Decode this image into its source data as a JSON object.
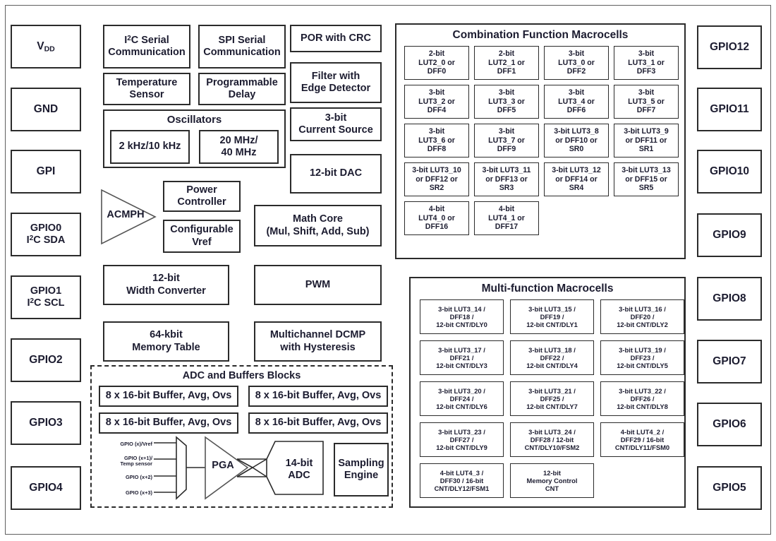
{
  "diagram": {
    "title": "GreenPAK Mixed-Signal Block Diagram",
    "colors": {
      "border": "#2b2b2b",
      "frame": "#5f5f5f",
      "text": "#1c1c30",
      "background": "#ffffff"
    }
  },
  "left_pins": [
    {
      "name": "pin-vdd",
      "label_html": "V<sub>DD</sub>",
      "label": "VDD"
    },
    {
      "name": "pin-gnd",
      "label": "GND"
    },
    {
      "name": "pin-gpi",
      "label": "GPI"
    },
    {
      "name": "pin-gpio0",
      "label": "GPIO0",
      "sublabel_html": "I<sup>2</sup>C SDA",
      "sublabel": "I2C SDA"
    },
    {
      "name": "pin-gpio1",
      "label": "GPIO1",
      "sublabel_html": "I<sup>2</sup>C SCL",
      "sublabel": "I2C SCL"
    },
    {
      "name": "pin-gpio2",
      "label": "GPIO2"
    },
    {
      "name": "pin-gpio3",
      "label": "GPIO3"
    },
    {
      "name": "pin-gpio4",
      "label": "GPIO4"
    }
  ],
  "right_pins": [
    {
      "name": "pin-gpio12",
      "label": "GPIO12"
    },
    {
      "name": "pin-gpio11",
      "label": "GPIO11"
    },
    {
      "name": "pin-gpio10",
      "label": "GPIO10"
    },
    {
      "name": "pin-gpio9",
      "label": "GPIO9"
    },
    {
      "name": "pin-gpio8",
      "label": "GPIO8"
    },
    {
      "name": "pin-gpio7",
      "label": "GPIO7"
    },
    {
      "name": "pin-gpio6",
      "label": "GPIO6"
    },
    {
      "name": "pin-gpio5",
      "label": "GPIO5"
    }
  ],
  "core_blocks": {
    "i2c_serial": "I²C Serial\nCommunication",
    "i2c_serial_line1": "I",
    "i2c_serial_line1_rest": "C Serial",
    "i2c_serial_line2": "Communication",
    "spi_serial": "SPI Serial\nCommunication",
    "temperature_sensor": "Temperature\nSensor",
    "programmable_delay": "Programmable\nDelay",
    "por_with_crc": "POR with CRC",
    "filter_edge_detector": "Filter with\nEdge Detector",
    "current_source": "3-bit\nCurrent Source",
    "dac": "12-bit DAC",
    "oscillators_title": "Oscillators",
    "osc_low": "2 kHz/10 kHz",
    "osc_high": "20 MHz/\n40 MHz",
    "acmph": "ACMPH",
    "power_controller": "Power\nController",
    "configurable_vref": "Configurable\nVref",
    "math_core": "Math Core\n(Mul, Shift, Add, Sub)",
    "width_converter": "12-bit\nWidth Converter",
    "pwm": "PWM",
    "memory_table": "64-kbit\nMemory Table",
    "multichannel_dcmp": "Multichannel DCMP\nwith Hysteresis"
  },
  "adc_section": {
    "title": "ADC and Buffers Blocks",
    "buffers": [
      "8 x 16-bit Buffer, Avg, Ovs",
      "8 x 16-bit Buffer, Avg, Ovs",
      "8 x 16-bit Buffer, Avg, Ovs",
      "8 x 16-bit Buffer, Avg, Ovs"
    ],
    "mux_inputs": [
      "GPIO (x)/Vref",
      "GPIO (x+1)/\nTemp sensor",
      "GPIO (x+2)",
      "GPIO (x+3)"
    ],
    "pga": "PGA",
    "adc": "14-bit\nADC",
    "sampling_engine": "Sampling\nEngine"
  },
  "combination_macrocells": {
    "title": "Combination Function Macrocells",
    "cells": [
      "2-bit\nLUT2_0 or\nDFF0",
      "2-bit\nLUT2_1 or\nDFF1",
      "3-bit\nLUT3_0 or\nDFF2",
      "3-bit\nLUT3_1 or\nDFF3",
      "3-bit\nLUT3_2 or\nDFF4",
      "3-bit\nLUT3_3 or\nDFF5",
      "3-bit\nLUT3_4 or\nDFF6",
      "3-bit\nLUT3_5 or\nDFF7",
      "3-bit\nLUT3_6 or\nDFF8",
      "3-bit\nLUT3_7 or\nDFF9",
      "3-bit LUT3_8\nor DFF10 or\nSR0",
      "3-bit LUT3_9\nor DFF11 or\nSR1",
      "3-bit LUT3_10\nor DFF12 or\nSR2",
      "3-bit LUT3_11\nor DFF13 or\nSR3",
      "3-bit LUT3_12\nor DFF14 or\nSR4",
      "3-bit LUT3_13\nor DFF15 or\nSR5",
      "4-bit\nLUT4_0 or\nDFF16",
      "4-bit\nLUT4_1 or\nDFF17"
    ]
  },
  "multifunction_macrocells": {
    "title": "Multi-function Macrocells",
    "cells": [
      "3-bit LUT3_14 /\nDFF18 /\n12-bit CNT/DLY0",
      "3-bit LUT3_15 /\nDFF19 /\n12-bit CNT/DLY1",
      "3-bit LUT3_16 /\nDFF20 /\n12-bit CNT/DLY2",
      "3-bit LUT3_17 /\nDFF21 /\n12-bit CNT/DLY3",
      "3-bit LUT3_18 /\nDFF22 /\n12-bit CNT/DLY4",
      "3-bit LUT3_19 /\nDFF23 /\n12-bit CNT/DLY5",
      "3-bit LUT3_20 /\nDFF24 /\n12-bit CNT/DLY6",
      "3-bit LUT3_21 /\nDFF25 /\n12-bit CNT/DLY7",
      "3-bit LUT3_22 /\nDFF26 /\n12-bit CNT/DLY8",
      "3-bit LUT3_23 /\nDFF27 /\n12-bit CNT/DLY9",
      "3-bit LUT3_24 /\nDFF28 / 12-bit\nCNT/DLY10/FSM2",
      "4-bit LUT4_2 /\nDFF29 / 16-bit\nCNT/DLY11/FSM0",
      "4-bit LUT4_3 /\nDFF30 / 16-bit\nCNT/DLY12/FSM1",
      "12-bit\nMemory Control\nCNT"
    ]
  }
}
